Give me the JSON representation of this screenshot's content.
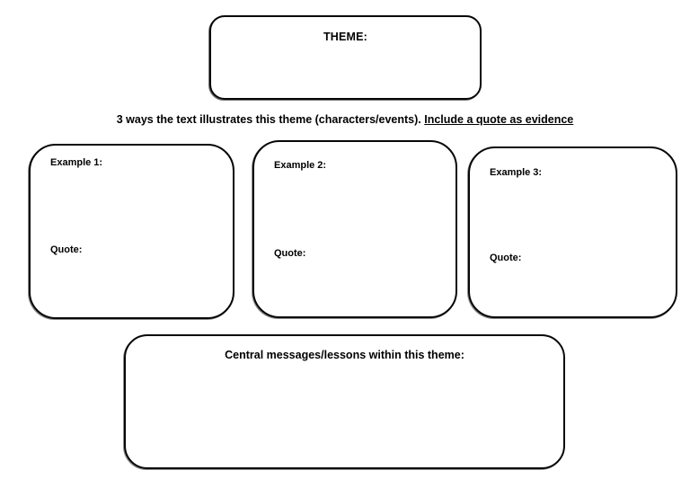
{
  "worksheet": {
    "theme_box": {
      "label": "THEME:"
    },
    "instruction": {
      "main": "3 ways the text illustrates this theme (characters/events). ",
      "underlined": "Include a quote as evidence"
    },
    "example_boxes": [
      {
        "label": "Example 1:",
        "quote_label": "Quote:"
      },
      {
        "label": "Example 2:",
        "quote_label": "Quote:"
      },
      {
        "label": "Example 3:",
        "quote_label": "Quote:"
      }
    ],
    "central_box": {
      "label": "Central messages/lessons within this theme:"
    },
    "colors": {
      "border": "#000000",
      "background": "#ffffff",
      "text": "#000000"
    }
  }
}
